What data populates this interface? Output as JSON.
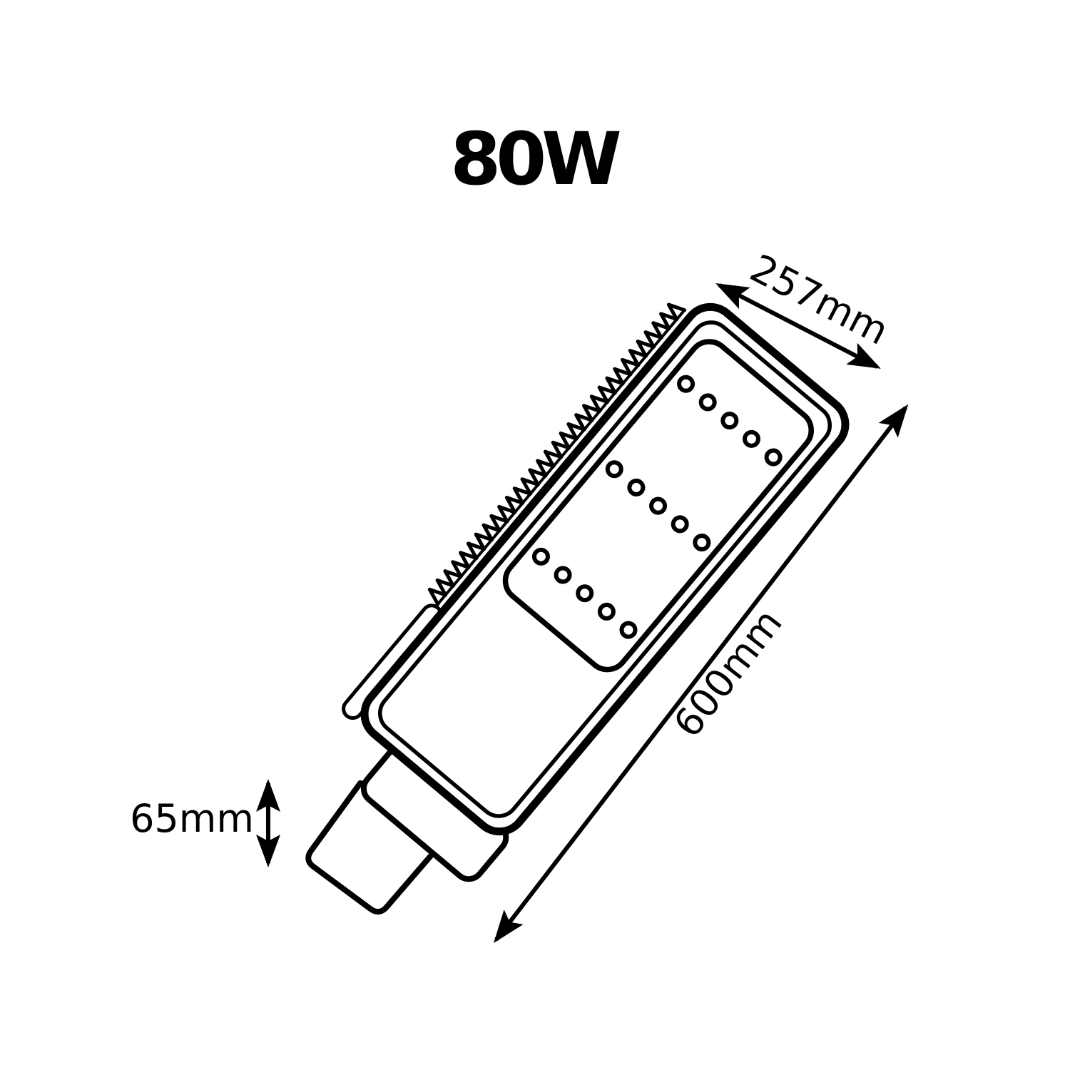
{
  "title": "80W",
  "dimensions": {
    "width": "257mm",
    "length": "600mm",
    "height": "65mm"
  },
  "led": {
    "rows_along_length": 3,
    "leds_per_row": 5
  },
  "colors": {
    "ink": "#000000",
    "background": "#ffffff"
  }
}
